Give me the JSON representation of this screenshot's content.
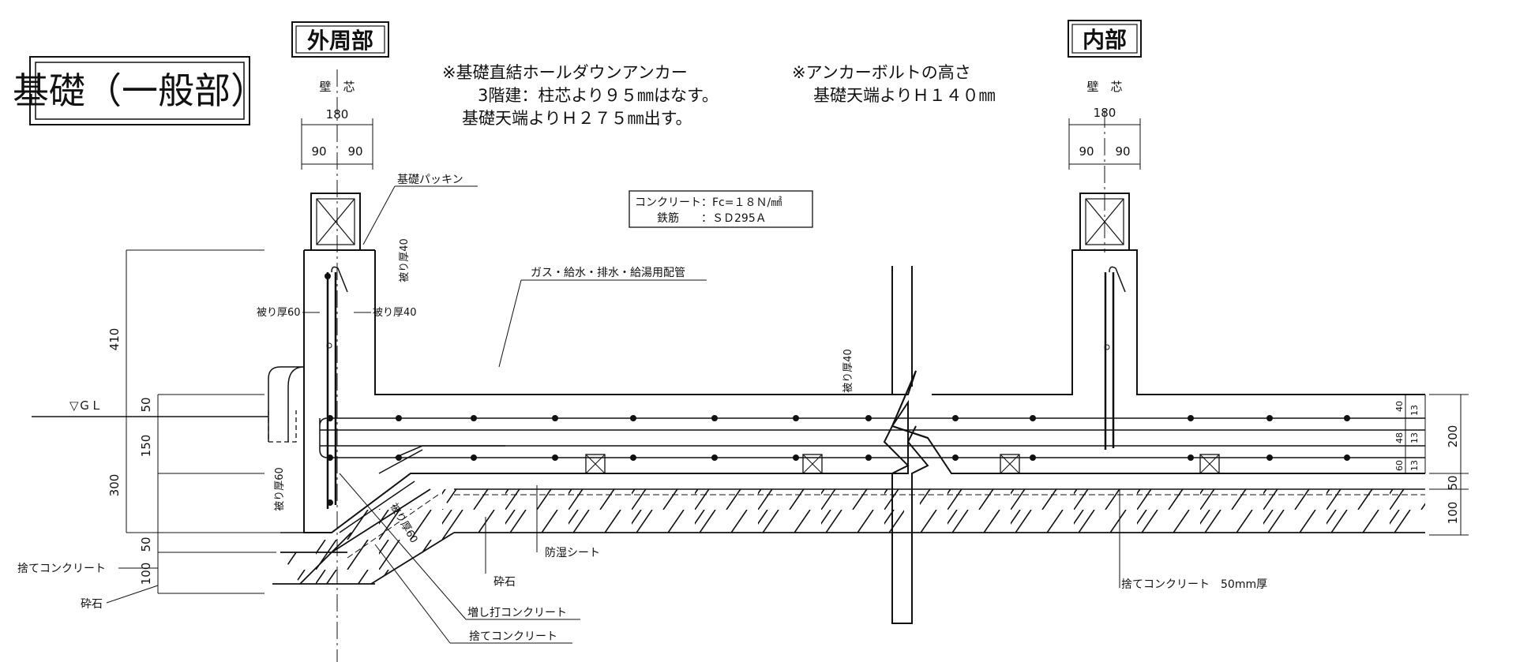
{
  "title": "基礎（一般部）",
  "sections": {
    "outer": "外周部",
    "inner": "内部"
  },
  "notes": {
    "anchor_line1": "※基礎直結ホールダウンアンカー",
    "anchor_line2": "3階建：柱芯より９５㎜はなす。",
    "anchor_line3": "基礎天端よりＨ２７５㎜出す。",
    "bolt_line1": "※アンカーボルトの高さ",
    "bolt_line2": "基礎天端よりＨ１４０㎜"
  },
  "materials": {
    "concrete": "コンクリート：Fc=１８Ｎ/㎟",
    "rebar": "鉄筋　　：ＳＤ295Ａ"
  },
  "wall_center": {
    "label": "壁　芯",
    "total": "180",
    "half_left": "90",
    "half_right": "90"
  },
  "labels": {
    "packing": "基礎パッキン",
    "piping": "ガス・給水・排水・給湯用配管",
    "cover60_left": "被り厚60",
    "cover40_inner": "被り厚40",
    "cover40_top": "被り厚40",
    "cover40_slab": "被り厚40",
    "cover60_bottom": "被り厚60",
    "cover60_diag": "被り厚60",
    "gl": "▽ＧＬ",
    "blinding_left": "捨てコンクリート",
    "gravel_left": "砕石",
    "gravel_mid": "砕石",
    "moisture_sheet": "防湿シート",
    "extra_concrete": "増し打コンクリート",
    "blinding_bottom": "捨てコンクリート",
    "blinding_right": "捨てコンクリート　50mm厚"
  },
  "dims_left": [
    "410",
    "50",
    "150",
    "300",
    "50",
    "100"
  ],
  "dims_right": [
    "200",
    "50",
    "100"
  ],
  "dims_slab": [
    "40",
    "13",
    "48",
    "13",
    "60",
    "13"
  ]
}
